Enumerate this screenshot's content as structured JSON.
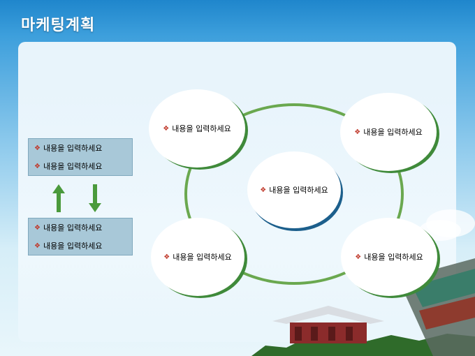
{
  "slide": {
    "title": "마케팅계획",
    "bullet_glyph": "❖",
    "side_box_top": [
      "내용을 입력하세요",
      "내용을 입력하세요"
    ],
    "side_box_bottom": [
      "내용을 입력하세요",
      "내용을 입력하세요"
    ],
    "cycle_items": {
      "top_left": "내용을 입력하세요",
      "top_right": "내용을 입력하세요",
      "center": "내용을 입력하세요",
      "bottom_left": "내용을 입력하세요",
      "bottom_right": "내용을 입력하세요"
    },
    "colors": {
      "ring_green": "#6aa84f",
      "shadow_green": "#3f8a3a",
      "shadow_blue": "#1c5f8c",
      "box_fill": "#a8c8d8",
      "arrow_green": "#4a9a3c",
      "bullet_red": "#c0392b"
    }
  }
}
